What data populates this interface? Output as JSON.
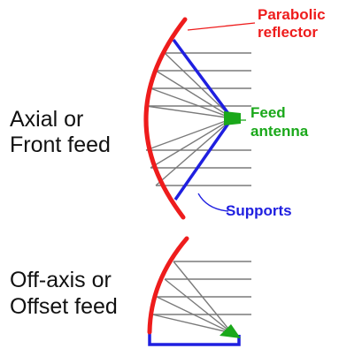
{
  "labels": {
    "axial": [
      "Axial or",
      "Front feed"
    ],
    "offset": [
      "Off-axis or",
      "Offset feed"
    ],
    "reflector": [
      "Parabolic",
      "reflector"
    ],
    "feed": [
      "Feed",
      "antenna"
    ],
    "supports": "Supports"
  },
  "colors": {
    "reflector": "#ee1c1c",
    "supports": "#1f1fe0",
    "feed": "#1aa81a",
    "rays": "#7a7a7a",
    "text": "#111111"
  }
}
